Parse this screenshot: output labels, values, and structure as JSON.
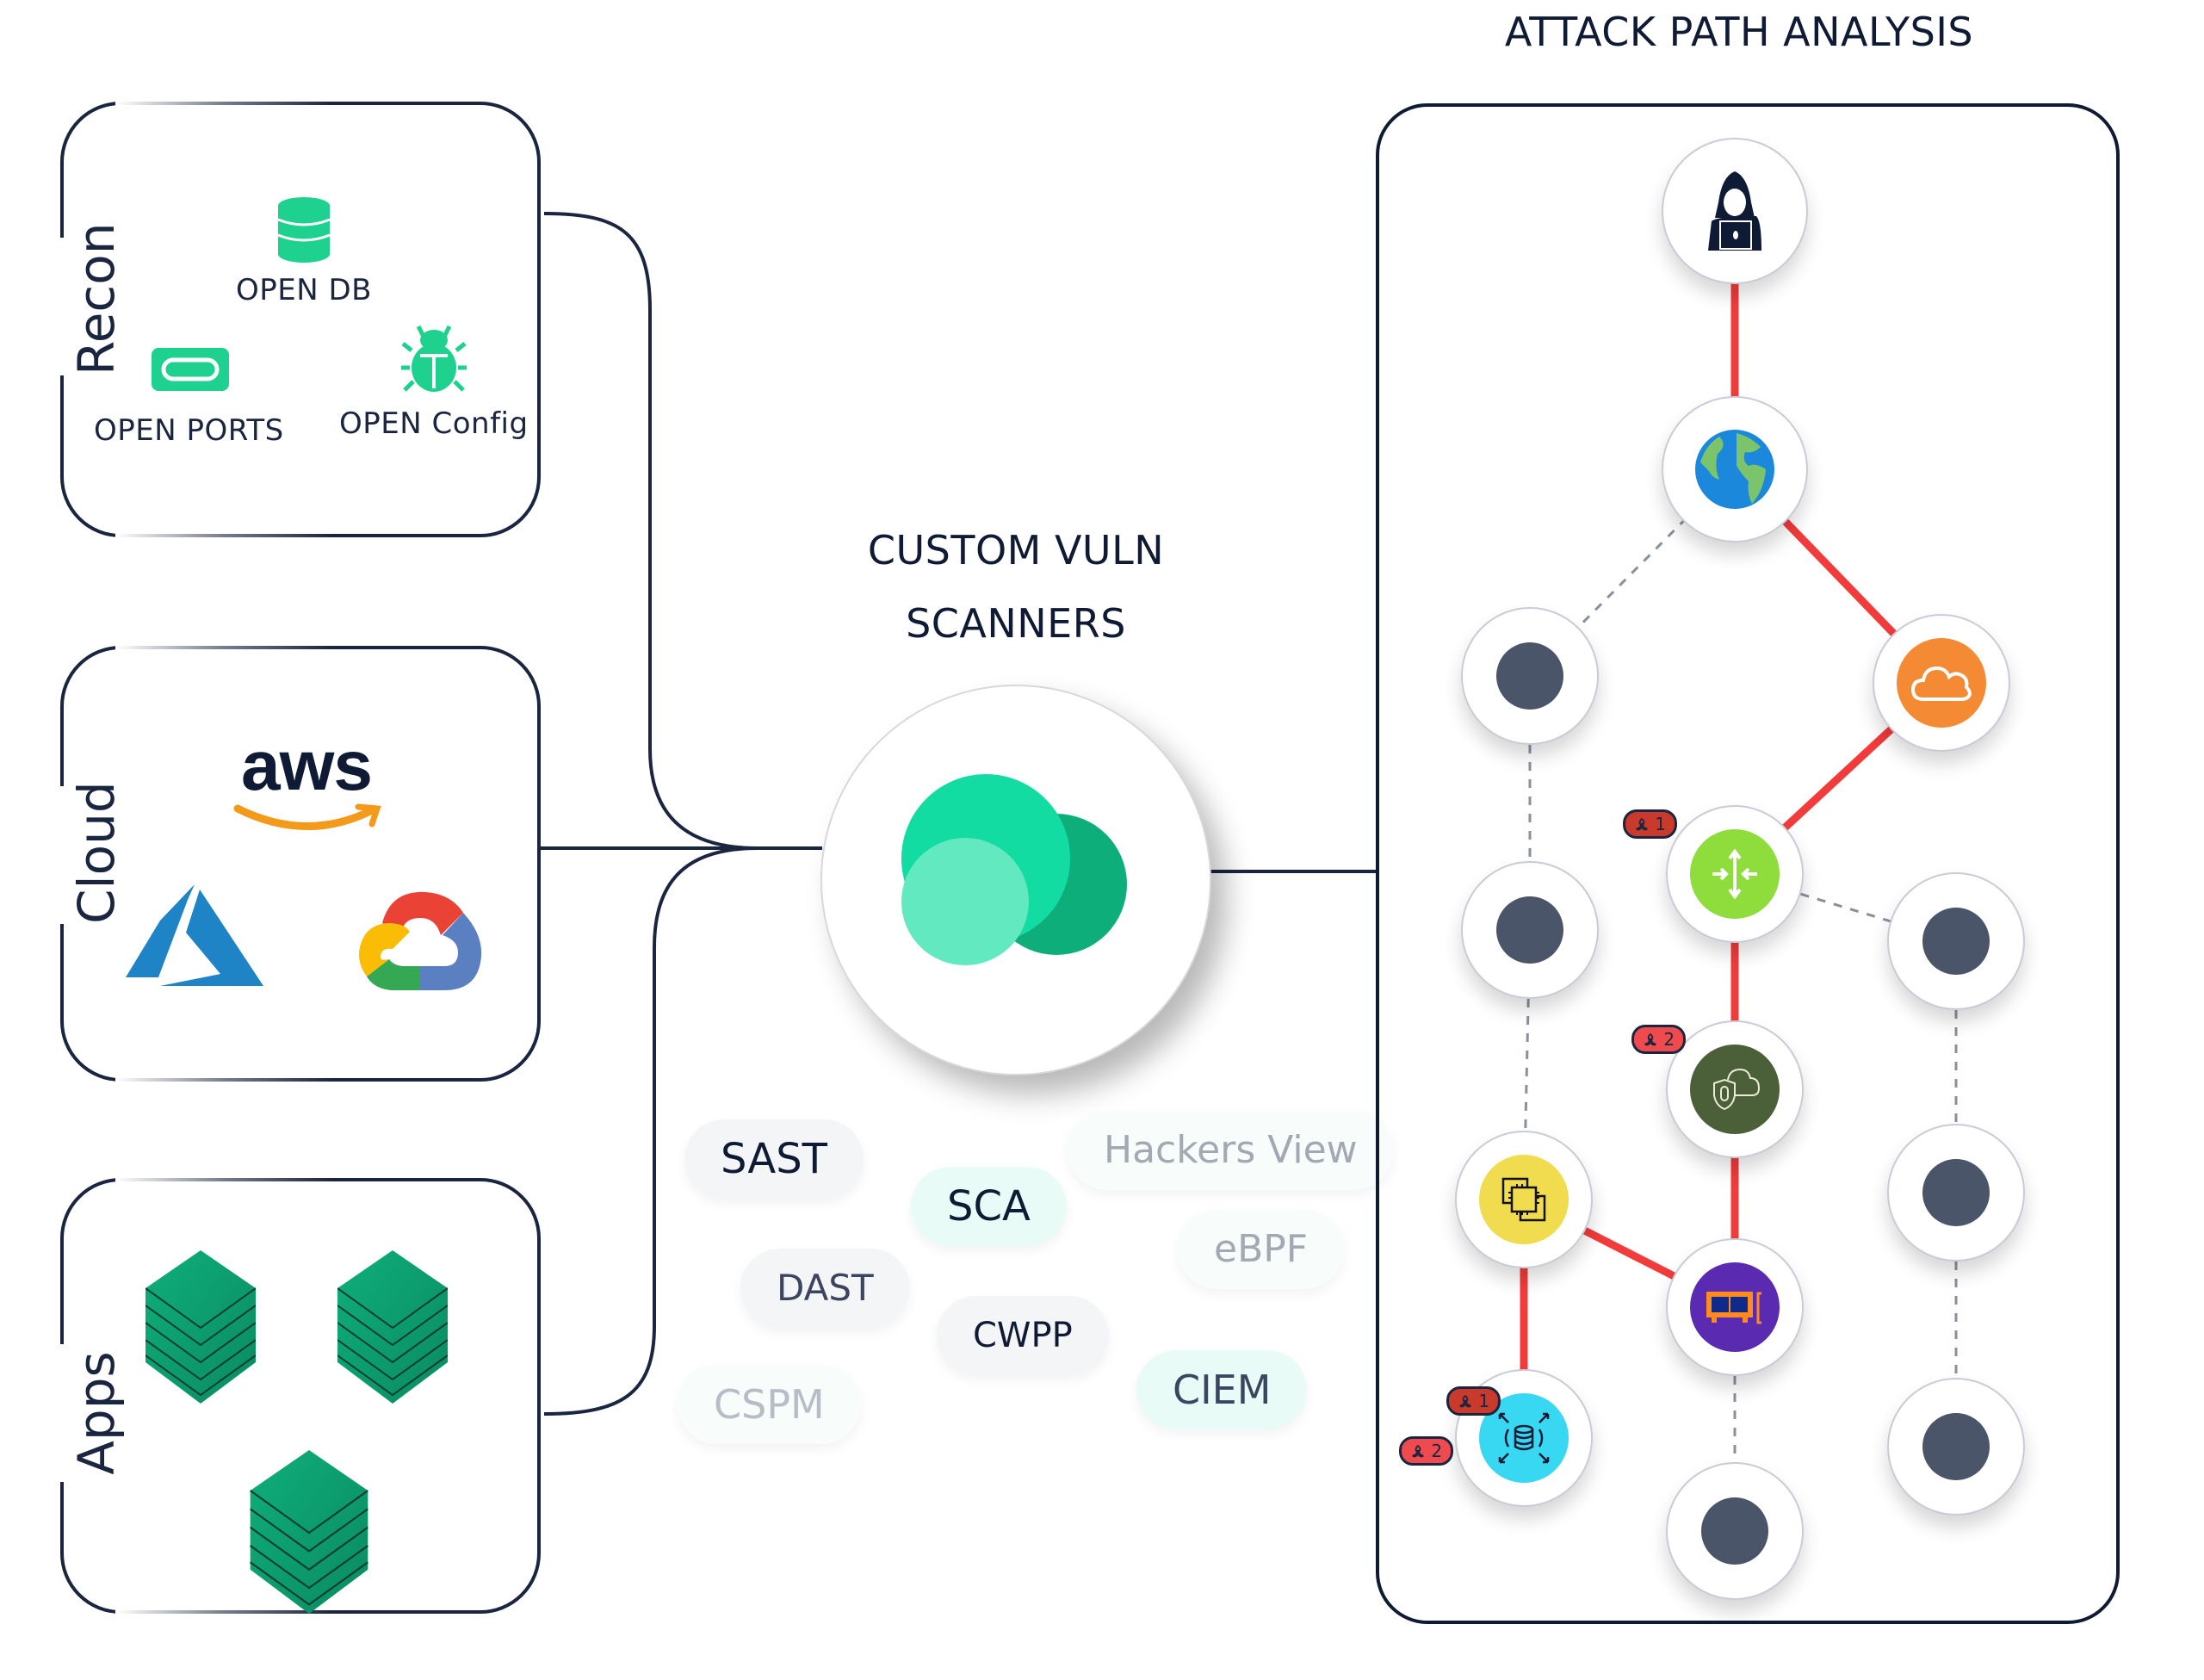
{
  "left_panel": {
    "recon": {
      "label": "Recon",
      "items": [
        {
          "label": "OPEN DB",
          "icon": "database-icon"
        },
        {
          "label": "OPEN PORTS",
          "icon": "port-icon"
        },
        {
          "label": "OPEN Config",
          "icon": "bug-icon"
        }
      ]
    },
    "cloud": {
      "label": "Cloud",
      "providers": [
        {
          "name": "aws",
          "icon": "aws-logo"
        },
        {
          "name": "Azure",
          "icon": "azure-logo"
        },
        {
          "name": "Google Cloud",
          "icon": "gcp-logo"
        }
      ]
    },
    "apps": {
      "label": "Apps",
      "items": [
        "app-stack",
        "app-stack",
        "app-stack"
      ]
    }
  },
  "center": {
    "title_line1": "CUSTOM VULN",
    "title_line2": "SCANNERS",
    "logo": "cloud-logo-icon",
    "tags": [
      {
        "label": "SAST",
        "style": "gray",
        "color": "#0f1b34"
      },
      {
        "label": "SCA",
        "style": "mint",
        "color": "#0f1b34"
      },
      {
        "label": "Hackers View",
        "style": "faint",
        "color": "#a3a8b3"
      },
      {
        "label": "DAST",
        "style": "gray",
        "color": "#3b4560"
      },
      {
        "label": "eBPF",
        "style": "faint",
        "color": "#a3a8b3"
      },
      {
        "label": "CWPP",
        "style": "gray",
        "color": "#0f1b34"
      },
      {
        "label": "CSPM",
        "style": "faint",
        "color": "#b7bcc6"
      },
      {
        "label": "CIEM",
        "style": "mint",
        "color": "#3b4560"
      }
    ]
  },
  "attack_path": {
    "title": "ATTACK PATH ANALYSIS",
    "colors": {
      "path": "#f23b3b",
      "dashed": "#8a8f9c",
      "panel_border": "#0f1b34"
    },
    "nodes": [
      {
        "id": "hacker",
        "icon": "hacker-icon",
        "kind": "hacker"
      },
      {
        "id": "internet",
        "icon": "globe-icon",
        "kind": "globe"
      },
      {
        "id": "n-left-1",
        "icon": "node-dot-icon",
        "kind": "dark"
      },
      {
        "id": "cloud",
        "icon": "cloud-icon",
        "kind": "cloud",
        "color": "#f58a34"
      },
      {
        "id": "router",
        "icon": "router-icon",
        "kind": "router",
        "color": "#8fdc3d",
        "badges": [
          {
            "count": "1",
            "tone": "dark"
          }
        ]
      },
      {
        "id": "n-left-2",
        "icon": "node-dot-icon",
        "kind": "dark"
      },
      {
        "id": "n-right-1",
        "icon": "node-dot-icon",
        "kind": "dark"
      },
      {
        "id": "shield",
        "icon": "cloud-shield-icon",
        "kind": "shield",
        "color": "#4b5f38",
        "badges": [
          {
            "count": "2",
            "tone": "light"
          }
        ]
      },
      {
        "id": "n-right-2",
        "icon": "node-dot-icon",
        "kind": "dark"
      },
      {
        "id": "compute",
        "icon": "cpu-instances-icon",
        "kind": "compute",
        "color": "#f0dc4e"
      },
      {
        "id": "nic",
        "icon": "network-card-icon",
        "kind": "nic",
        "color": "#5a2bb0"
      },
      {
        "id": "database",
        "icon": "database-scale-icon",
        "kind": "db",
        "color": "#38d8f2",
        "badges": [
          {
            "count": "1",
            "tone": "dark"
          },
          {
            "count": "2",
            "tone": "light"
          }
        ]
      },
      {
        "id": "n-right-3",
        "icon": "node-dot-icon",
        "kind": "dark"
      },
      {
        "id": "n-bottom",
        "icon": "node-dot-icon",
        "kind": "dark"
      }
    ],
    "edges": [
      {
        "from": "hacker",
        "to": "internet",
        "type": "attack"
      },
      {
        "from": "internet",
        "to": "cloud",
        "type": "attack"
      },
      {
        "from": "cloud",
        "to": "router",
        "type": "attack"
      },
      {
        "from": "router",
        "to": "shield",
        "type": "attack"
      },
      {
        "from": "shield",
        "to": "nic",
        "type": "attack"
      },
      {
        "from": "nic",
        "to": "compute",
        "type": "attack"
      },
      {
        "from": "compute",
        "to": "database",
        "type": "attack"
      },
      {
        "from": "internet",
        "to": "n-left-1",
        "type": "dashed"
      },
      {
        "from": "n-left-1",
        "to": "n-left-2",
        "type": "dashed"
      },
      {
        "from": "n-left-2",
        "to": "compute",
        "type": "dashed"
      },
      {
        "from": "router",
        "to": "n-right-1",
        "type": "dashed"
      },
      {
        "from": "n-right-1",
        "to": "n-right-2",
        "type": "dashed"
      },
      {
        "from": "n-right-2",
        "to": "n-right-3",
        "type": "dashed"
      },
      {
        "from": "nic",
        "to": "n-bottom",
        "type": "dashed"
      }
    ]
  }
}
